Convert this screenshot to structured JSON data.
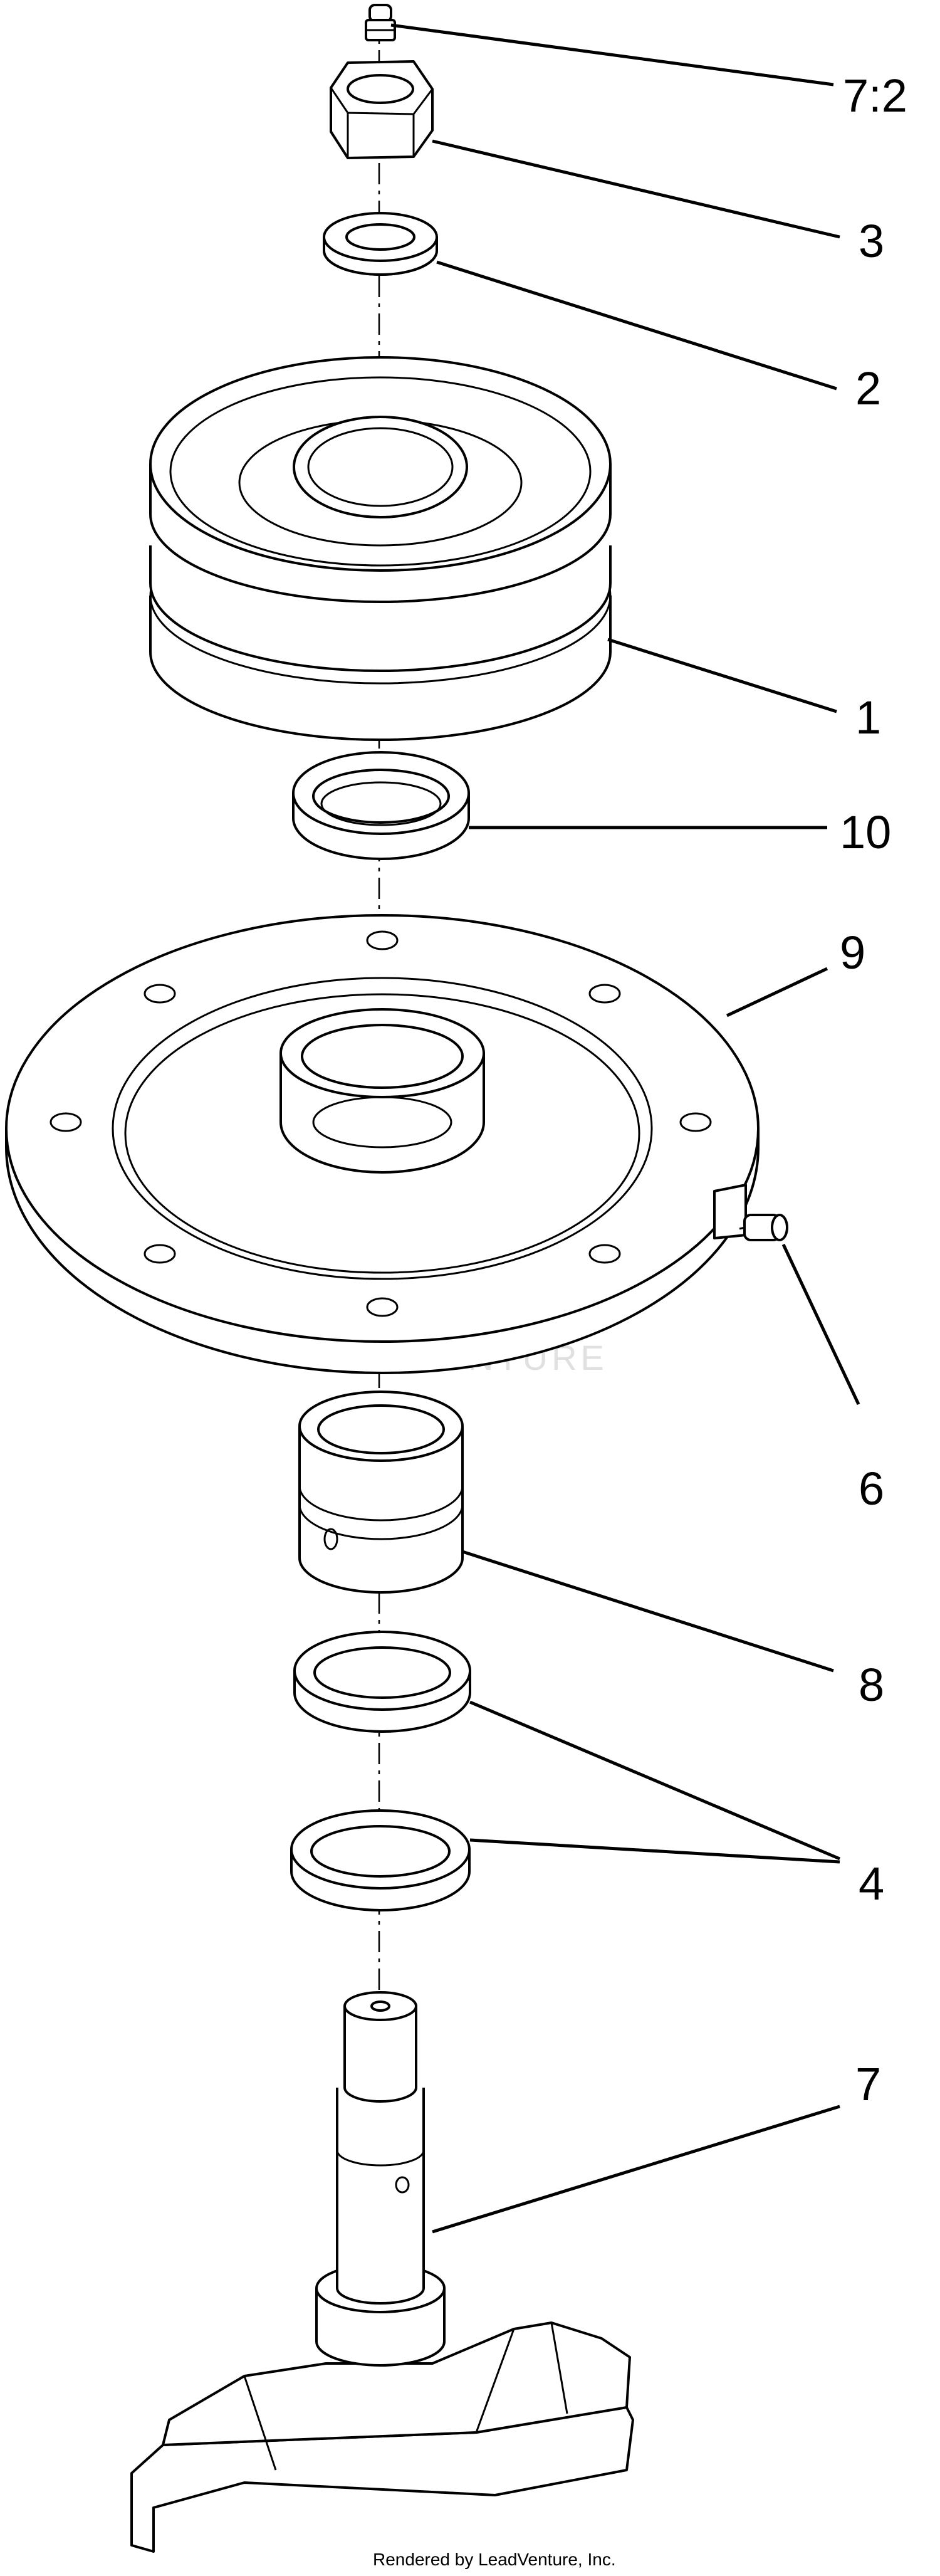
{
  "diagram": {
    "callouts": [
      {
        "id": "c72",
        "label": "7:2"
      },
      {
        "id": "c3",
        "label": "3"
      },
      {
        "id": "c2",
        "label": "2"
      },
      {
        "id": "c1",
        "label": "1"
      },
      {
        "id": "c10",
        "label": "10"
      },
      {
        "id": "c9",
        "label": "9"
      },
      {
        "id": "c6",
        "label": "6"
      },
      {
        "id": "c8",
        "label": "8"
      },
      {
        "id": "c4",
        "label": "4"
      },
      {
        "id": "c7",
        "label": "7"
      }
    ],
    "watermark": "LEADVENTURE",
    "credit": "Rendered by LeadVenture, Inc."
  }
}
